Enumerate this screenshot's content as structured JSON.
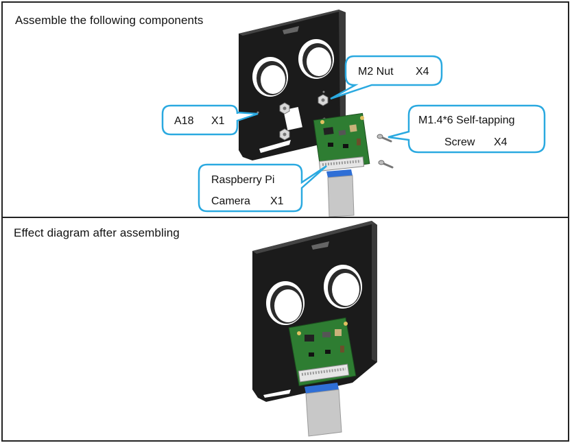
{
  "top_panel": {
    "heading": "Assemble the following components",
    "callouts": {
      "a18": {
        "name": "A18",
        "qty": "X1"
      },
      "nut": {
        "name": "M2 Nut",
        "qty": "X4"
      },
      "screw": {
        "line1": "M1.4*6 Self-tapping",
        "line2_name": "Screw",
        "line2_qty": "X4"
      },
      "camera": {
        "line1": "Raspberry Pi",
        "line2_name": "Camera",
        "line2_qty": "X1"
      }
    }
  },
  "bottom_panel": {
    "heading": "Effect diagram after assembling"
  },
  "colors": {
    "callout_border": "#2aa9e0",
    "bracket_black": "#1b1b1b",
    "board_green": "#2e7d32",
    "ribbon_grey": "#c8c8c8",
    "ribbon_blue": "#2f6fd6"
  }
}
